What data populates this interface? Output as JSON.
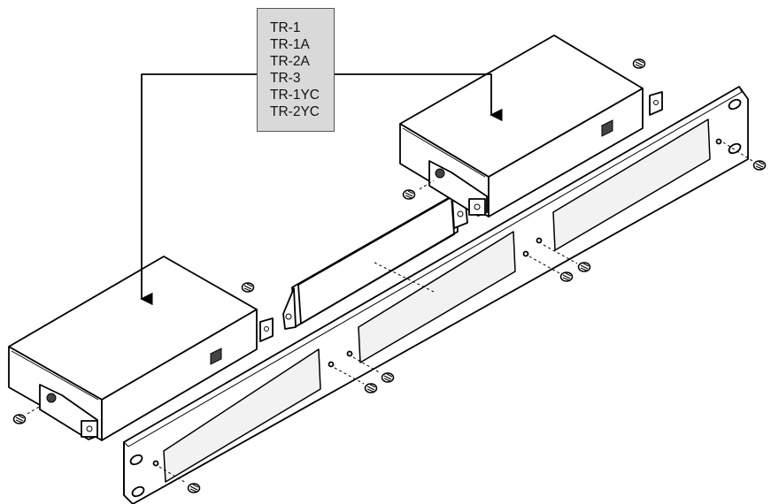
{
  "model_label": {
    "lines": [
      "TR-1",
      "TR-1A",
      "TR-2A",
      "TR-3",
      "TR-1YC",
      "TR-2YC"
    ]
  },
  "colors": {
    "label_fill": "#d9d9d9",
    "line": "#000000",
    "background": "#ffffff"
  },
  "icons": [
    "mounting-screw-icon"
  ]
}
